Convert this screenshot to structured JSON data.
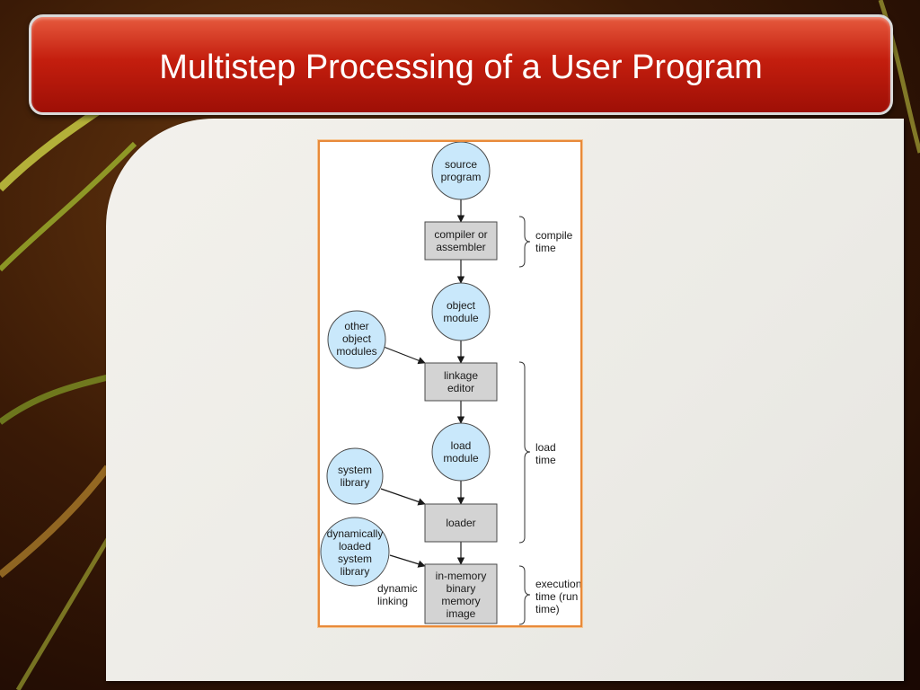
{
  "slide": {
    "title": "Multistep Processing of a User Program"
  },
  "diagram": {
    "nodes": {
      "source_program": [
        "source",
        "program"
      ],
      "compiler": [
        "compiler or",
        "assembler"
      ],
      "object_module": [
        "object",
        "module"
      ],
      "other_modules": [
        "other",
        "object",
        "modules"
      ],
      "linkage_editor": [
        "linkage",
        "editor"
      ],
      "load_module": [
        "load",
        "module"
      ],
      "system_library": [
        "system",
        "library"
      ],
      "loader": [
        "loader"
      ],
      "dyn_library": [
        "dynamically",
        "loaded",
        "system",
        "library"
      ],
      "memory_image": [
        "in-memory",
        "binary",
        "memory",
        "image"
      ]
    },
    "edge_label": [
      "dynamic",
      "linking"
    ],
    "phases": {
      "compile": [
        "compile",
        "time"
      ],
      "load": [
        "load",
        "time"
      ],
      "execution": [
        "execution",
        "time (run",
        "time)"
      ]
    }
  }
}
